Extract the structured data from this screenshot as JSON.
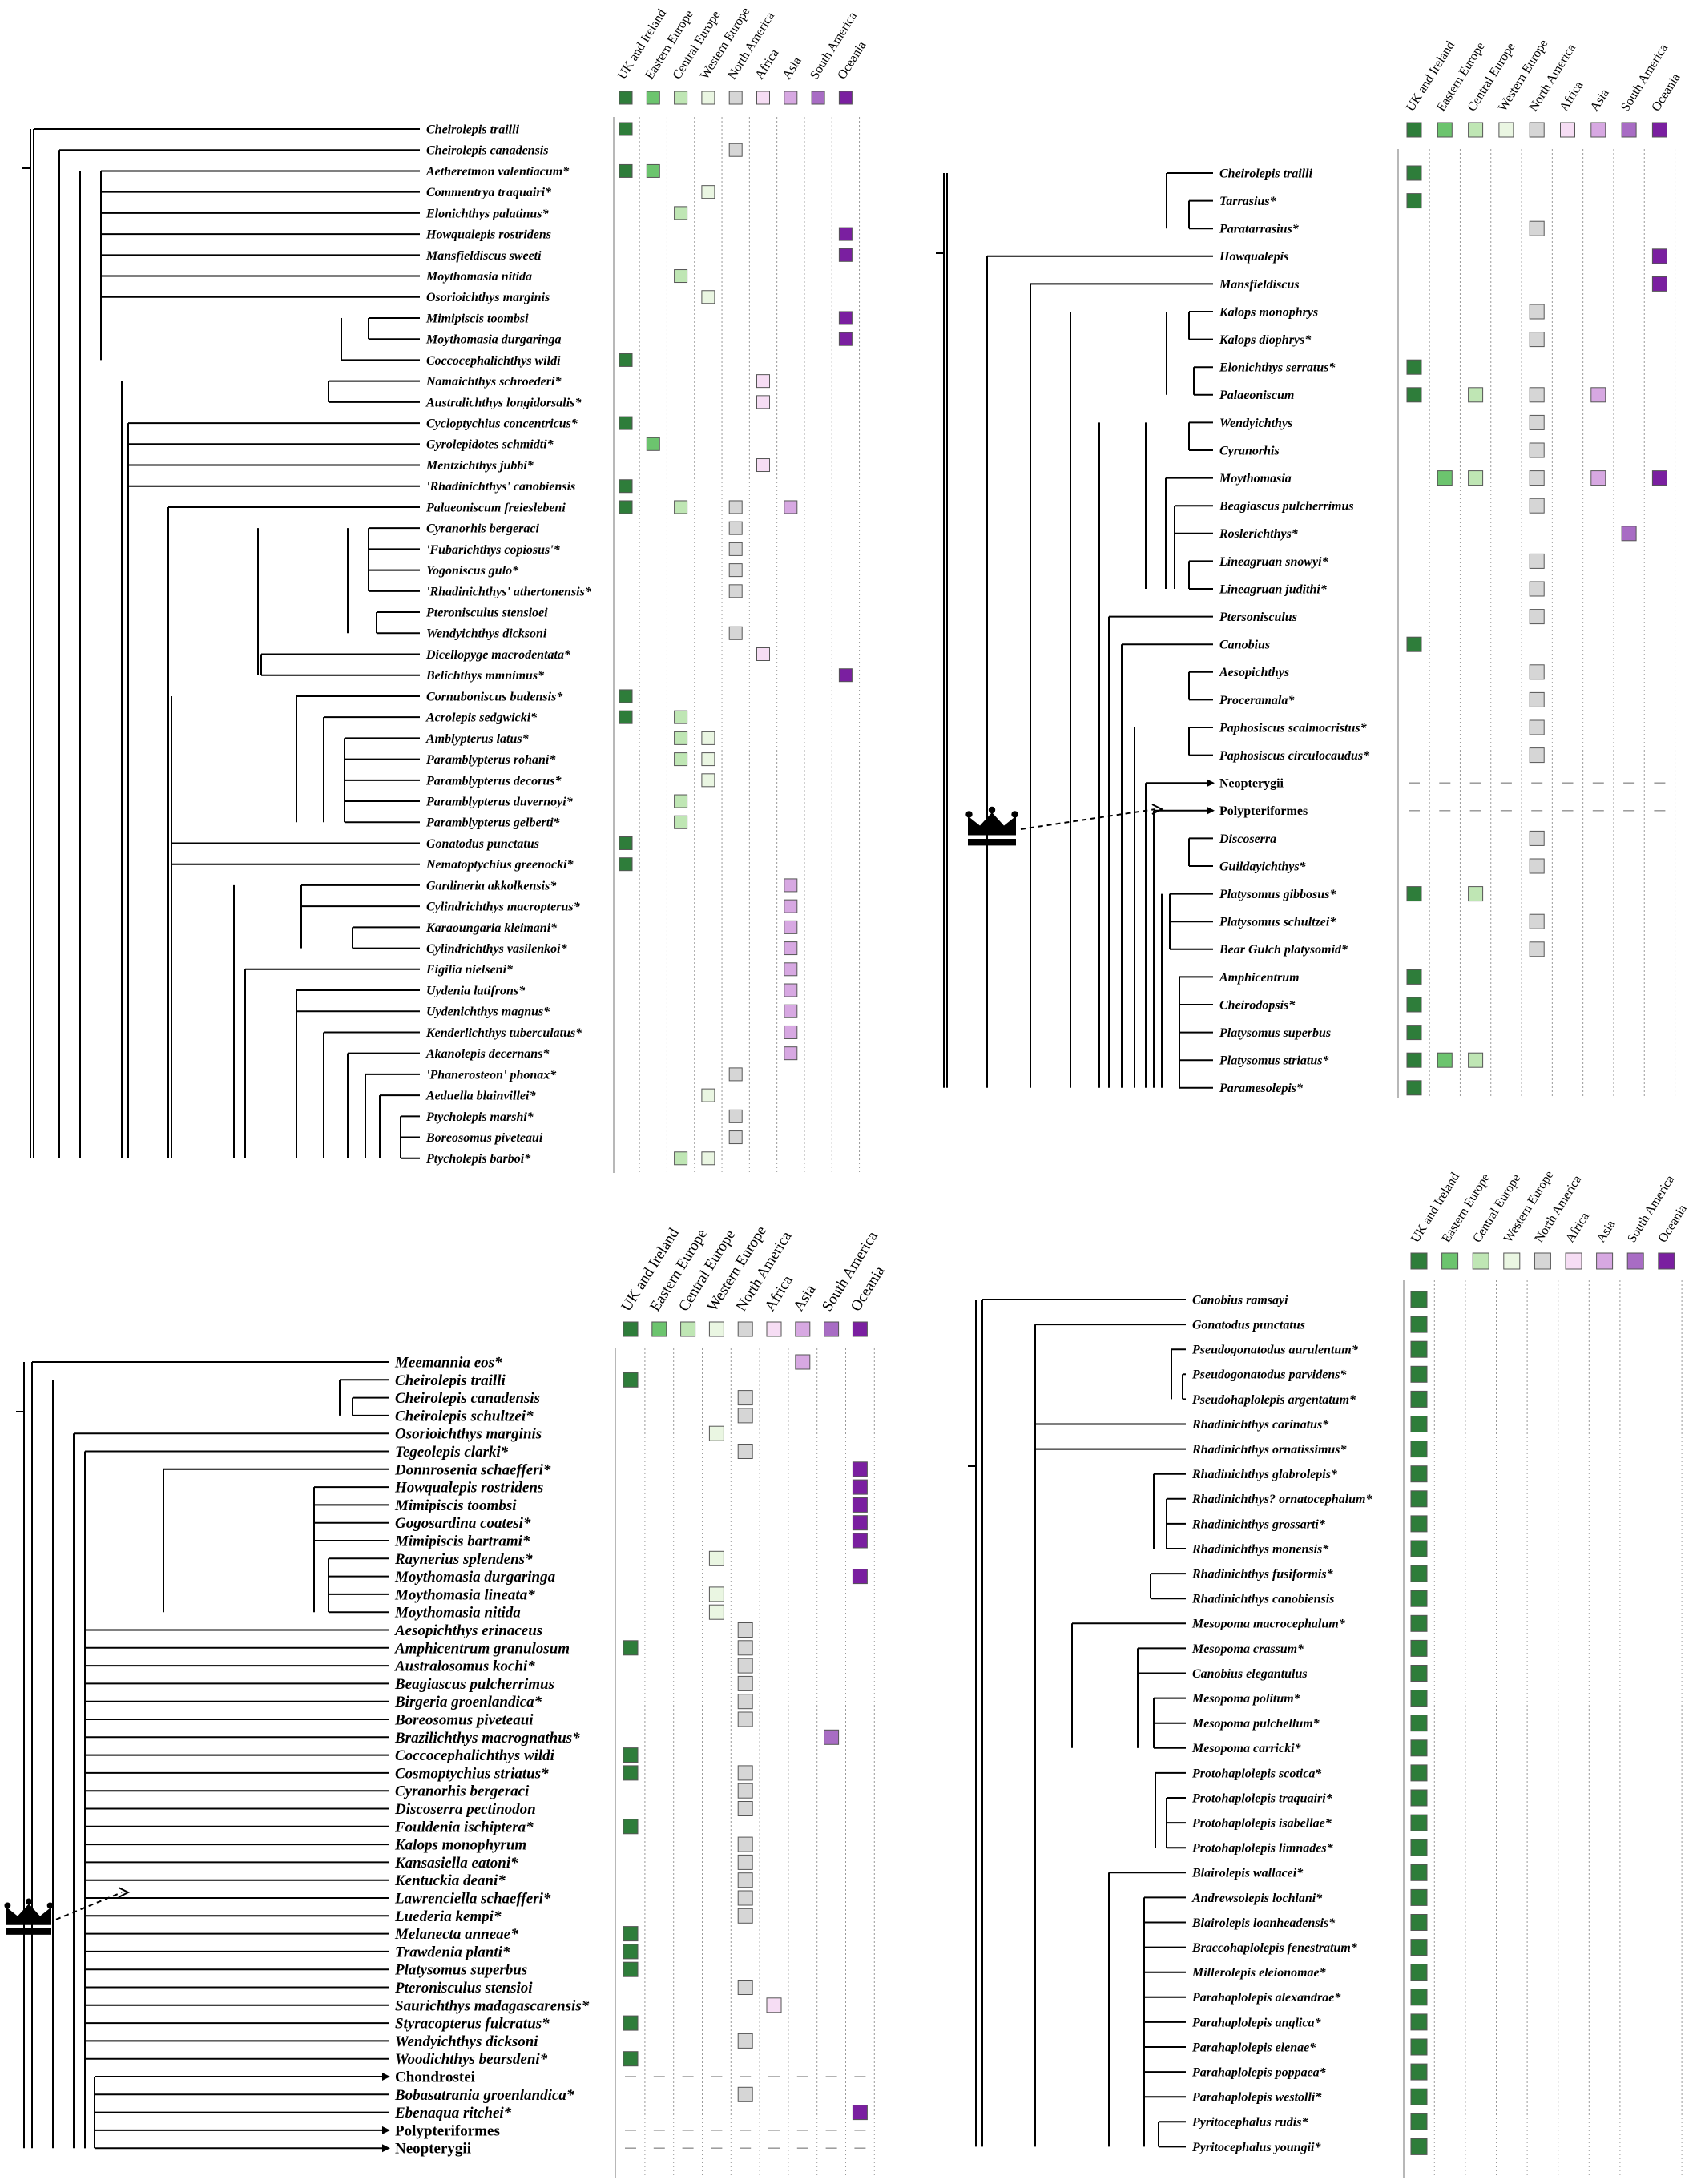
{
  "regions": [
    "UK and Ireland",
    "Eastern Europe",
    "Central Europe",
    "Western Europe",
    "North America",
    "Africa",
    "Asia",
    "South America",
    "Oceania"
  ],
  "region_colors": [
    "#2e7d3a",
    "#6cc46e",
    "#bfe6b4",
    "#eaf6e2",
    "#d6d6d6",
    "#f6ddf4",
    "#d7a8e2",
    "#a86cc4",
    "#7a1fa0"
  ],
  "icons": {
    "crown": "crown-icon",
    "arrow": "arrow-icon"
  },
  "panels": [
    {
      "taxa": [
        {
          "name": "Cheirolepis trailli",
          "r": [
            0
          ]
        },
        {
          "name": "Cheirolepis canadensis",
          "r": [
            4
          ]
        },
        {
          "name": "Aetheretmon valentiacum*",
          "r": [
            0,
            1
          ]
        },
        {
          "name": "Commentrya traquairi*",
          "r": [
            3
          ]
        },
        {
          "name": "Elonichthys palatinus*",
          "r": [
            2
          ]
        },
        {
          "name": "Howqualepis rostridens",
          "r": [
            8
          ]
        },
        {
          "name": "Mansfieldiscus sweeti",
          "r": [
            8
          ]
        },
        {
          "name": "Moythomasia nitida",
          "r": [
            2
          ]
        },
        {
          "name": "Osorioichthys marginis",
          "r": [
            3
          ]
        },
        {
          "name": "Mimipiscis toombsi",
          "r": [
            8
          ]
        },
        {
          "name": "Moythomasia durgaringa",
          "r": [
            8
          ]
        },
        {
          "name": "Coccocephalichthys wildi",
          "r": [
            0
          ]
        },
        {
          "name": "Namaichthys schroederi*",
          "r": [
            5
          ]
        },
        {
          "name": "Australichthys longidorsalis*",
          "r": [
            5
          ]
        },
        {
          "name": "Cycloptychius concentricus*",
          "r": [
            0
          ]
        },
        {
          "name": "Gyrolepidotes schmidti*",
          "r": [
            1
          ]
        },
        {
          "name": "Mentzichthys jubbi*",
          "r": [
            5
          ]
        },
        {
          "name": "'Rhadinichthys' canobiensis",
          "r": [
            0
          ]
        },
        {
          "name": "Palaeoniscum freieslebeni",
          "r": [
            0,
            2,
            4,
            6
          ]
        },
        {
          "name": "Cyranorhis bergeraci",
          "r": [
            4
          ]
        },
        {
          "name": "'Fubarichthys copiosus'*",
          "r": [
            4
          ]
        },
        {
          "name": "Yogoniscus gulo*",
          "r": [
            4
          ]
        },
        {
          "name": "'Rhadinichthys' athertonensis*",
          "r": [
            4
          ]
        },
        {
          "name": "Pteronisculus stensioei",
          "r": []
        },
        {
          "name": "Wendyichthys dicksoni",
          "r": [
            4
          ]
        },
        {
          "name": "Dicellopyge macrodentata*",
          "r": [
            5
          ]
        },
        {
          "name": "Belichthys mmnimus*",
          "r": [
            8
          ]
        },
        {
          "name": "Cornuboniscus budensis*",
          "r": [
            0
          ]
        },
        {
          "name": "Acrolepis sedgwicki*",
          "r": [
            0,
            2
          ]
        },
        {
          "name": "Amblypterus latus*",
          "r": [
            2,
            3
          ]
        },
        {
          "name": "Paramblypterus rohani*",
          "r": [
            2,
            3
          ]
        },
        {
          "name": "Paramblypterus decorus*",
          "r": [
            3
          ]
        },
        {
          "name": "Paramblypterus duvernoyi*",
          "r": [
            2
          ]
        },
        {
          "name": "Paramblypterus gelberti*",
          "r": [
            2
          ]
        },
        {
          "name": "Gonatodus punctatus",
          "r": [
            0
          ]
        },
        {
          "name": "Nematoptychius greenocki*",
          "r": [
            0
          ]
        },
        {
          "name": "Gardineria akkolkensis*",
          "r": [
            6
          ]
        },
        {
          "name": "Cylindrichthys macropterus*",
          "r": [
            6
          ]
        },
        {
          "name": "Karaoungaria kleimani*",
          "r": [
            6
          ]
        },
        {
          "name": "Cylindrichthys vasilenkoi*",
          "r": [
            6
          ]
        },
        {
          "name": "Eigilia nielseni*",
          "r": [
            6
          ]
        },
        {
          "name": "Uydenia latifrons*",
          "r": [
            6
          ]
        },
        {
          "name": "Uydenichthys magnus*",
          "r": [
            6
          ]
        },
        {
          "name": "Kenderlichthys tuberculatus*",
          "r": [
            6
          ]
        },
        {
          "name": "Akanolepis decernans*",
          "r": [
            6
          ]
        },
        {
          "name": "'Phanerosteon' phonax*",
          "r": [
            4
          ]
        },
        {
          "name": "Aeduella blainvillei*",
          "r": [
            3
          ]
        },
        {
          "name": "Ptycholepis marshi*",
          "r": [
            4
          ]
        },
        {
          "name": "Boreosomus piveteaui",
          "r": [
            4
          ]
        },
        {
          "name": "Ptycholepis barboi*",
          "r": [
            2,
            3
          ]
        }
      ]
    },
    {
      "taxa": [
        {
          "name": "Cheirolepis trailli",
          "r": [
            0
          ]
        },
        {
          "name": "Tarrasius*",
          "r": [
            0
          ]
        },
        {
          "name": "Paratarrasius*",
          "r": [
            4
          ]
        },
        {
          "name": "Howqualepis",
          "r": [
            8
          ]
        },
        {
          "name": "Mansfieldiscus",
          "r": [
            8
          ]
        },
        {
          "name": "Kalops monophrys",
          "r": [
            4
          ]
        },
        {
          "name": "Kalops diophrys*",
          "r": [
            4
          ]
        },
        {
          "name": "Elonichthys serratus*",
          "r": [
            0
          ]
        },
        {
          "name": "Palaeoniscum",
          "r": [
            0,
            2,
            4,
            6
          ]
        },
        {
          "name": "Wendyichthys",
          "r": [
            4
          ]
        },
        {
          "name": "Cyranorhis",
          "r": [
            4
          ]
        },
        {
          "name": "Moythomasia",
          "r": [
            1,
            2,
            4,
            6,
            8
          ]
        },
        {
          "name": "Beagiascus pulcherrimus",
          "r": [
            4
          ]
        },
        {
          "name": "Roslerichthys*",
          "r": [
            7
          ]
        },
        {
          "name": "Lineagruan snowyi*",
          "r": [
            4
          ]
        },
        {
          "name": "Lineagruan judithi*",
          "r": [
            4
          ]
        },
        {
          "name": "Ptersonisculus",
          "r": [
            4
          ]
        },
        {
          "name": "Canobius",
          "r": [
            0
          ]
        },
        {
          "name": "Aesopichthys",
          "r": [
            4
          ]
        },
        {
          "name": "Proceramala*",
          "r": [
            4
          ]
        },
        {
          "name": "Paphosiscus scalmocristus*",
          "r": [
            4
          ]
        },
        {
          "name": "Paphosiscus circulocaudus*",
          "r": [
            4
          ]
        },
        {
          "name": "Neopterygii",
          "r": [],
          "clade": true
        },
        {
          "name": "Polypteriformes",
          "r": [],
          "clade": true
        },
        {
          "name": "Discoserra",
          "r": [
            4
          ]
        },
        {
          "name": "Guildayichthys*",
          "r": [
            4
          ]
        },
        {
          "name": "Platysomus gibbosus*",
          "r": [
            0,
            2
          ]
        },
        {
          "name": "Platysomus schultzei*",
          "r": [
            4
          ]
        },
        {
          "name": "Bear Gulch platysomid*",
          "r": [
            4
          ]
        },
        {
          "name": "Amphicentrum",
          "r": [
            0
          ]
        },
        {
          "name": "Cheirodopsis*",
          "r": [
            0
          ]
        },
        {
          "name": "Platysomus superbus",
          "r": [
            0
          ]
        },
        {
          "name": "Platysomus striatus*",
          "r": [
            0,
            1,
            2
          ]
        },
        {
          "name": "Paramesolepis*",
          "r": [
            0
          ]
        }
      ]
    },
    {
      "taxa": [
        {
          "name": "Meemannia eos*",
          "r": [
            6
          ]
        },
        {
          "name": "Cheirolepis trailli",
          "r": [
            0
          ]
        },
        {
          "name": "Cheirolepis canadensis",
          "r": [
            4
          ]
        },
        {
          "name": "Cheirolepis schultzei*",
          "r": [
            4
          ]
        },
        {
          "name": "Osorioichthys marginis",
          "r": [
            3
          ]
        },
        {
          "name": "Tegeolepis clarki*",
          "r": [
            4
          ]
        },
        {
          "name": "Donnrosenia schaefferi*",
          "r": [
            8
          ]
        },
        {
          "name": "Howqualepis rostridens",
          "r": [
            8
          ]
        },
        {
          "name": "Mimipiscis toombsi",
          "r": [
            8
          ]
        },
        {
          "name": "Gogosardina coatesi*",
          "r": [
            8
          ]
        },
        {
          "name": "Mimipiscis bartrami*",
          "r": [
            8
          ]
        },
        {
          "name": "Raynerius splendens*",
          "r": [
            3
          ]
        },
        {
          "name": "Moythomasia durgaringa",
          "r": [
            8
          ]
        },
        {
          "name": "Moythomasia lineata*",
          "r": [
            3
          ]
        },
        {
          "name": "Moythomasia nitida",
          "r": [
            3
          ]
        },
        {
          "name": "Aesopichthys erinaceus",
          "r": [
            4
          ]
        },
        {
          "name": "Amphicentrum granulosum",
          "r": [
            0,
            4
          ]
        },
        {
          "name": "Australosomus kochi*",
          "r": [
            4
          ]
        },
        {
          "name": "Beagiascus pulcherrimus",
          "r": [
            4
          ]
        },
        {
          "name": "Birgeria groenlandica*",
          "r": [
            4
          ]
        },
        {
          "name": "Boreosomus piveteaui",
          "r": [
            4
          ]
        },
        {
          "name": "Brazilichthys macrognathus*",
          "r": [
            7
          ]
        },
        {
          "name": "Coccocephalichthys wildi",
          "r": [
            0
          ]
        },
        {
          "name": "Cosmoptychius striatus*",
          "r": [
            0,
            4
          ]
        },
        {
          "name": "Cyranorhis bergeraci",
          "r": [
            4
          ]
        },
        {
          "name": "Discoserra pectinodon",
          "r": [
            4
          ]
        },
        {
          "name": "Fouldenia ischiptera*",
          "r": [
            0
          ]
        },
        {
          "name": "Kalops monophyrum",
          "r": [
            4
          ]
        },
        {
          "name": "Kansasiella eatoni*",
          "r": [
            4
          ]
        },
        {
          "name": "Kentuckia deani*",
          "r": [
            4
          ]
        },
        {
          "name": "Lawrenciella schaefferi*",
          "r": [
            4
          ]
        },
        {
          "name": "Luederia kempi*",
          "r": [
            4
          ]
        },
        {
          "name": "Melanecta anneae*",
          "r": [
            0
          ]
        },
        {
          "name": "Trawdenia planti*",
          "r": [
            0
          ]
        },
        {
          "name": "Platysomus superbus",
          "r": [
            0
          ]
        },
        {
          "name": "Pteronisculus stensioi",
          "r": [
            4
          ]
        },
        {
          "name": "Saurichthys madagascarensis*",
          "r": [
            5
          ]
        },
        {
          "name": "Styracopterus fulcratus*",
          "r": [
            0
          ]
        },
        {
          "name": "Wendyichthys dicksoni",
          "r": [
            4
          ]
        },
        {
          "name": "Woodichthys bearsdeni*",
          "r": [
            0
          ]
        },
        {
          "name": "Chondrostei",
          "r": [],
          "clade": true
        },
        {
          "name": "Bobasatrania groenlandica*",
          "r": [
            4
          ]
        },
        {
          "name": "Ebenaqua ritchei*",
          "r": [
            8
          ]
        },
        {
          "name": "Polypteriformes",
          "r": [],
          "clade": true
        },
        {
          "name": "Neopterygii",
          "r": [],
          "clade": true
        }
      ]
    },
    {
      "taxa": [
        {
          "name": "Canobius ramsayi",
          "r": [
            0
          ]
        },
        {
          "name": "Gonatodus punctatus",
          "r": [
            0
          ]
        },
        {
          "name": "Pseudogonatodus aurulentum*",
          "r": [
            0
          ]
        },
        {
          "name": "Pseudogonatodus parvidens*",
          "r": [
            0
          ]
        },
        {
          "name": "Pseudohaplolepis argentatum*",
          "r": [
            0
          ]
        },
        {
          "name": "Rhadinichthys carinatus*",
          "r": [
            0
          ]
        },
        {
          "name": "Rhadinichthys ornatissimus*",
          "r": [
            0
          ]
        },
        {
          "name": "Rhadinichthys glabrolepis*",
          "r": [
            0
          ]
        },
        {
          "name": "Rhadinichthys? ornatocephalum*",
          "r": [
            0
          ]
        },
        {
          "name": "Rhadinichthys grossarti*",
          "r": [
            0
          ]
        },
        {
          "name": "Rhadinichthys monensis*",
          "r": [
            0
          ]
        },
        {
          "name": "Rhadinichthys fusiformis*",
          "r": [
            0
          ]
        },
        {
          "name": "Rhadinichthys canobiensis",
          "r": [
            0
          ]
        },
        {
          "name": "Mesopoma macrocephalum*",
          "r": [
            0
          ]
        },
        {
          "name": "Mesopoma crassum*",
          "r": [
            0
          ]
        },
        {
          "name": "Canobius elegantulus",
          "r": [
            0
          ]
        },
        {
          "name": "Mesopoma politum*",
          "r": [
            0
          ]
        },
        {
          "name": "Mesopoma pulchellum*",
          "r": [
            0
          ]
        },
        {
          "name": "Mesopoma carricki*",
          "r": [
            0
          ]
        },
        {
          "name": "Protohaplolepis scotica*",
          "r": [
            0
          ]
        },
        {
          "name": "Protohaplolepis traquairi*",
          "r": [
            0
          ]
        },
        {
          "name": "Protohaplolepis isabellae*",
          "r": [
            0
          ]
        },
        {
          "name": "Protohaplolepis limnades*",
          "r": [
            0
          ]
        },
        {
          "name": "Blairolepis wallacei*",
          "r": [
            0
          ]
        },
        {
          "name": "Andrewsolepis lochlani*",
          "r": [
            0
          ]
        },
        {
          "name": "Blairolepis loanheadensis*",
          "r": [
            0
          ]
        },
        {
          "name": "Braccohaplolepis fenestratum*",
          "r": [
            0
          ]
        },
        {
          "name": "Millerolepis eleionomae*",
          "r": [
            0
          ]
        },
        {
          "name": "Parahaplolepis alexandrae*",
          "r": [
            0
          ]
        },
        {
          "name": "Parahaplolepis anglica*",
          "r": [
            0
          ]
        },
        {
          "name": "Parahaplolepis elenae*",
          "r": [
            0
          ]
        },
        {
          "name": "Parahaplolepis poppaea*",
          "r": [
            0
          ]
        },
        {
          "name": "Parahaplolepis westolli*",
          "r": [
            0
          ]
        },
        {
          "name": "Pyritocephalus rudis*",
          "r": [
            0
          ]
        },
        {
          "name": "Pyritocephalus youngii*",
          "r": [
            0
          ]
        }
      ]
    }
  ]
}
